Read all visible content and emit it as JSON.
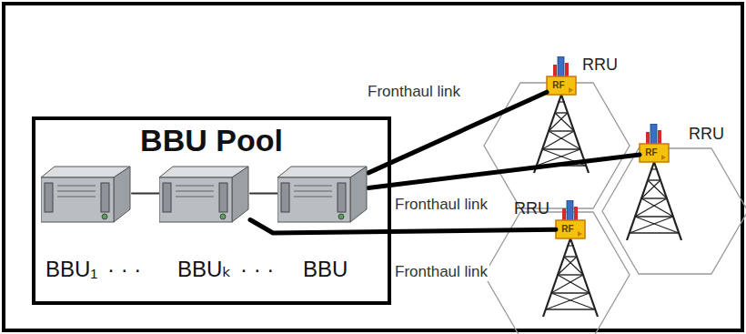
{
  "diagram": {
    "nodes": [
      {
        "text": [
          "BBU Pool"
        ]
      },
      {
        "text": [
          "BBU₁"
        ],
        "in": 0
      },
      {
        "text": [
          "BBUₖ"
        ],
        "in": 0
      },
      {
        "text": [
          "BBU"
        ],
        "in": 0
      },
      {
        "text": [
          "RRU"
        ]
      },
      {
        "text": [
          "RRU"
        ]
      },
      {
        "text": [
          "RRU"
        ]
      }
    ],
    "edges": [
      {
        "from": 1,
        "to": 2,
        "arrow": "none"
      },
      {
        "from": 2,
        "to": 3,
        "arrow": "none"
      },
      {
        "from": 3,
        "to": 4,
        "label": "Fronthaul link",
        "arrow": "none"
      },
      {
        "from": 3,
        "to": 5,
        "label": "Fronthaul link",
        "arrow": "none"
      },
      {
        "from": 2,
        "to": 6,
        "label": "Fronthaul link",
        "arrow": "none"
      }
    ],
    "labels": [
      "· · ·",
      "· · ·",
      "RF",
      "RF",
      "RF"
    ]
  }
}
